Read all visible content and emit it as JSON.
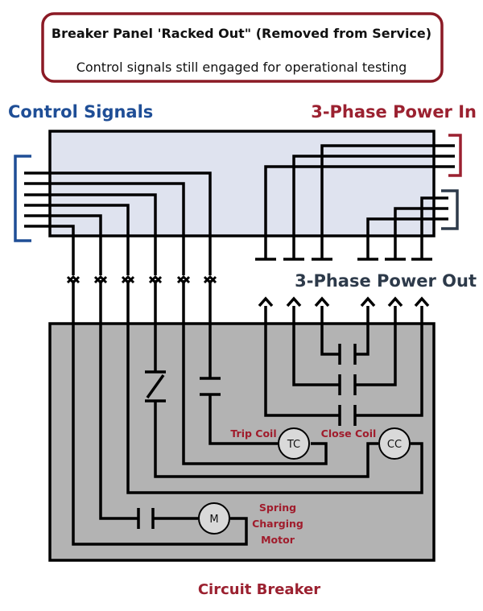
{
  "header": {
    "title": "Breaker Panel 'Racked Out\" (Removed from Service)",
    "subtitle": "Control signals still engaged for operational testing"
  },
  "labels": {
    "control_signals": "Control Signals",
    "power_in": "3-Phase Power In",
    "power_out": "3-Phase Power Out",
    "circuit_breaker": "Circuit Breaker",
    "trip_coil": "Trip Coil",
    "close_coil": "Close Coil",
    "spring_motor_1": "Spring",
    "spring_motor_2": "Charging",
    "spring_motor_3": "Motor"
  },
  "components": {
    "trip_coil_symbol": "TC",
    "close_coil_symbol": "CC",
    "motor_symbol": "M"
  },
  "colors": {
    "header_border": "#8b1a25",
    "control_blue": "#1f4e96",
    "power_red": "#9b2130",
    "power_out_dark": "#2d3a4a",
    "panel_fill": "#dfe3ef",
    "breaker_fill": "#b3b3b3",
    "label_red": "#a01c2c"
  }
}
